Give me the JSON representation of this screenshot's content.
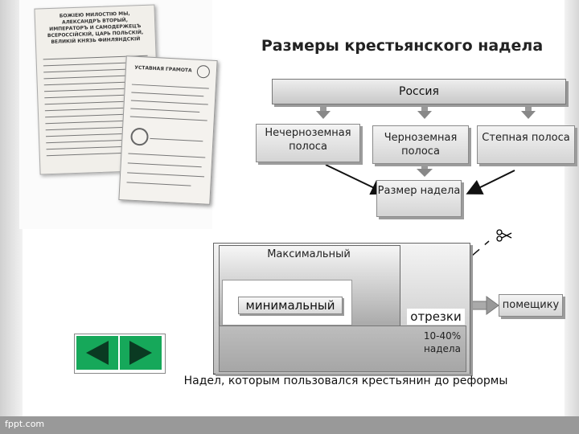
{
  "title": "Размеры крестьянского надела",
  "top": "Россия",
  "zones": [
    "Нечерноземная полоса",
    "Черноземная полоса",
    "Степная полоса"
  ],
  "center": "Размер надела",
  "big": {
    "max_label": "Максимальный",
    "min_label": "минимальный",
    "cut_label": "отрезки",
    "percent_label": "10-40% надела",
    "owner_label": "помещику"
  },
  "caption": "Надел, которым пользовался крестьянин до реформы",
  "doc": {
    "left_header": "БОЖІЕЮ МИЛОСТІЮ МЫ, АЛЕКСАНДРЪ ВТОРЫЙ, ИМПЕРАТОРЪ И САМОДЕРЖЕЦЪ ВСЕРОССІЙСКІЙ, ЦАРЬ ПОЛЬСКІЙ, ВЕЛИКІЙ КНЯЗЬ ФИНЛЯНДСКІЙ",
    "right_header": "УСТАВНАЯ ГРАМОТА"
  },
  "footer": "fppt.com",
  "colors": {
    "nav_green": "#16a85a",
    "nav_arrow": "#0a3a22",
    "band_grey": "#999999"
  }
}
